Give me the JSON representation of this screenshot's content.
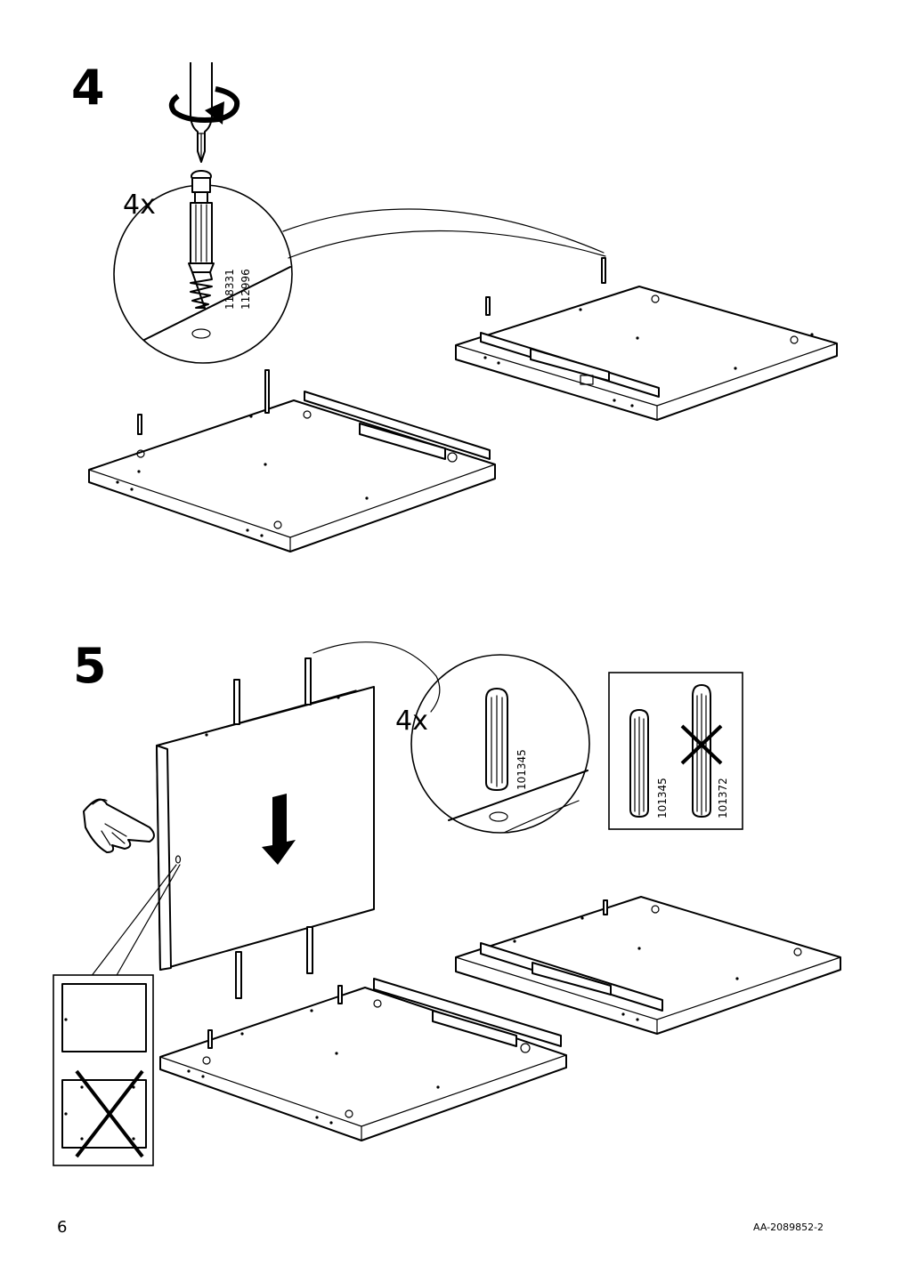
{
  "steps": [
    {
      "number": "4",
      "quantity": "4x",
      "part_ids": [
        "118331",
        "112996"
      ]
    },
    {
      "number": "5",
      "quantity": "4x",
      "part_ids": [
        "101345"
      ],
      "compare_ids": [
        "101345",
        "101372"
      ]
    }
  ],
  "footer": {
    "page_number": "6",
    "doc_code": "AA-2089852-2"
  },
  "icons": [
    "screwdriver-icon",
    "rotate-arrow-icon",
    "cam-bolt-icon",
    "dowel-icon",
    "hand-pointing-icon",
    "down-arrow-icon",
    "wrong-x-icon"
  ]
}
